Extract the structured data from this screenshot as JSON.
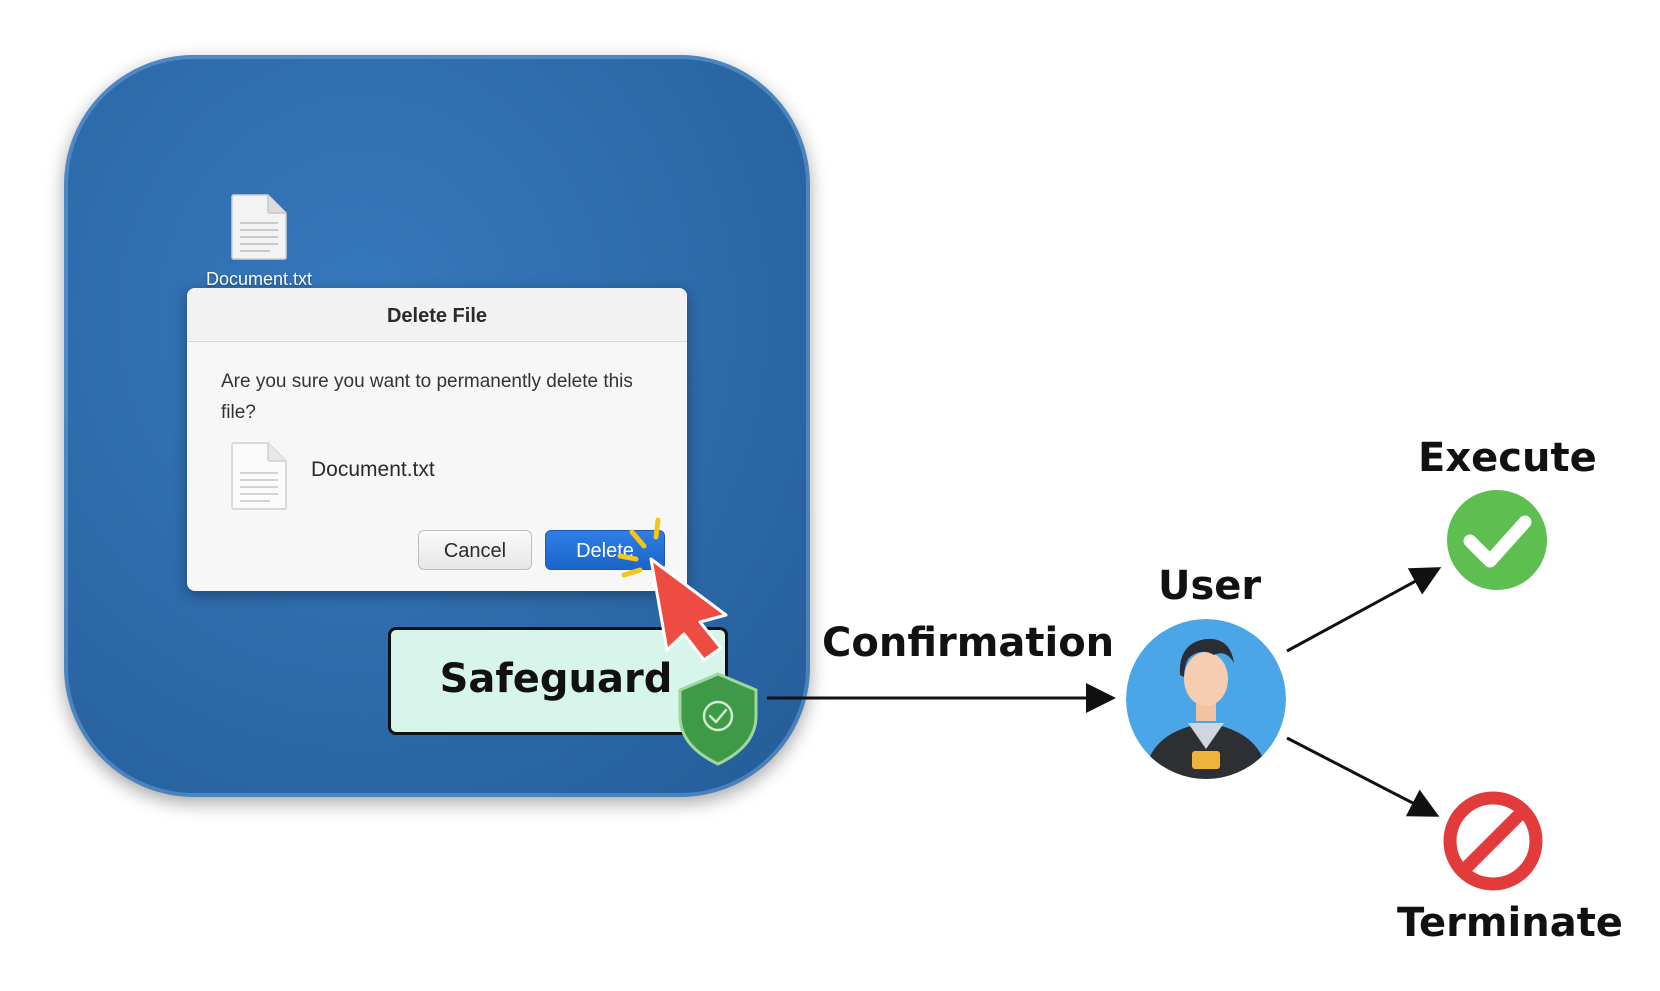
{
  "desktop": {
    "file_label": "Document.txt"
  },
  "dialog": {
    "title": "Delete File",
    "message": "Are you sure you want to permanently delete this file?",
    "file_name": "Document.txt",
    "cancel_label": "Cancel",
    "delete_label": "Delete"
  },
  "diagram": {
    "safeguard_label": "Safeguard",
    "confirmation_label": "Confirmation",
    "user_label": "User",
    "execute_label": "Execute",
    "terminate_label": "Terminate"
  },
  "icons": {
    "cursor": "cursor-arrow-icon",
    "shield": "shield-check-icon",
    "execute": "check-circle-icon",
    "terminate": "prohibited-icon",
    "user": "user-avatar-icon"
  },
  "colors": {
    "desktop_blue": "#2d6aaa",
    "delete_button": "#1f6fd8",
    "safeguard_fill": "#d7f5ea",
    "execute_green": "#5cbf4f",
    "terminate_red": "#e23b3b",
    "cursor_red": "#ee4b43",
    "shield_green": "#3f9a48",
    "avatar_bg": "#4aa6e6"
  }
}
